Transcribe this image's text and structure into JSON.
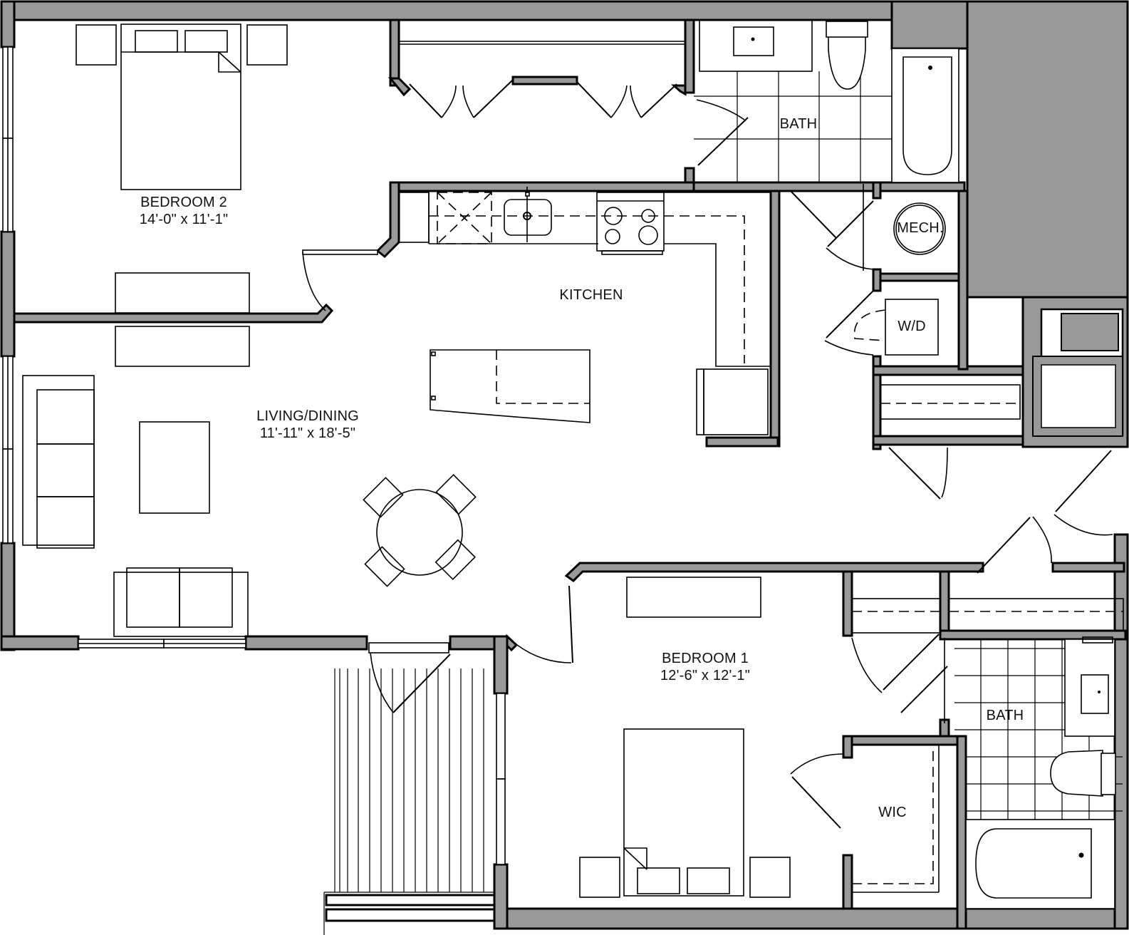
{
  "plan": {
    "wall_color": "#999999",
    "line_color": "#000000",
    "background": "#ffffff"
  },
  "rooms": [
    {
      "id": "bedroom2",
      "name": "BEDROOM 2",
      "dims": "14'-0\" x 11'-1\""
    },
    {
      "id": "living",
      "name": "LIVING/DINING",
      "dims": "11'-11\" x 18'-5\""
    },
    {
      "id": "kitchen",
      "name": "KITCHEN"
    },
    {
      "id": "bath_top",
      "name": "BATH"
    },
    {
      "id": "mech",
      "name": "MECH."
    },
    {
      "id": "wd",
      "name": "W/D"
    },
    {
      "id": "bedroom1",
      "name": "BEDROOM 1",
      "dims": "12'-6\" x 12'-1\""
    },
    {
      "id": "bath_bottom",
      "name": "BATH"
    },
    {
      "id": "wic",
      "name": "WIC"
    }
  ]
}
